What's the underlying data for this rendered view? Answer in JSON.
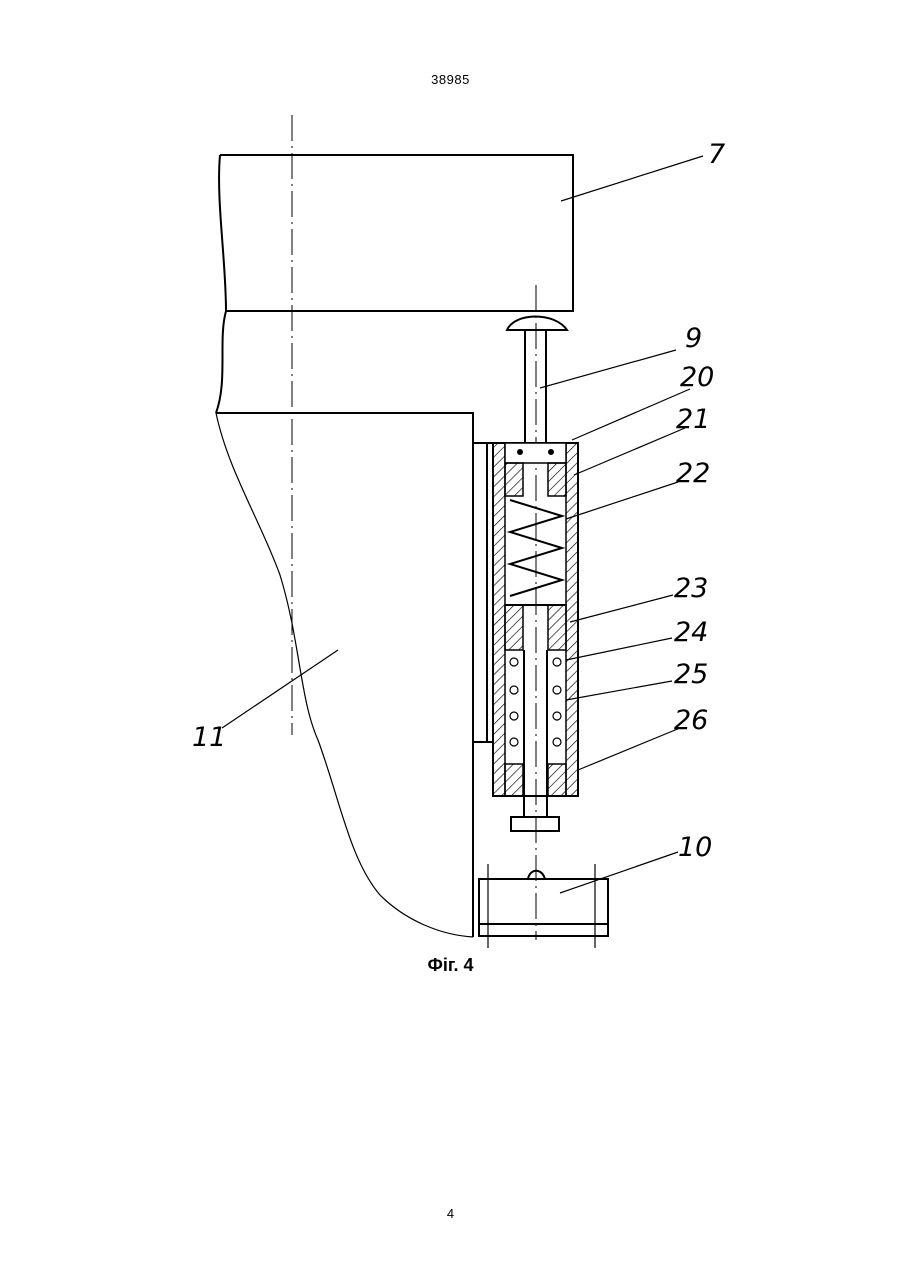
{
  "header": {
    "doc_number": "38985"
  },
  "figure": {
    "caption": "Фіг. 4",
    "callouts": {
      "c7": "7",
      "c9": "9",
      "c20": "20",
      "c21": "21",
      "c22": "22",
      "c23": "23",
      "c24": "24",
      "c25": "25",
      "c26": "26",
      "c10": "10",
      "c11": "11"
    }
  },
  "footer": {
    "page_number": "4"
  }
}
